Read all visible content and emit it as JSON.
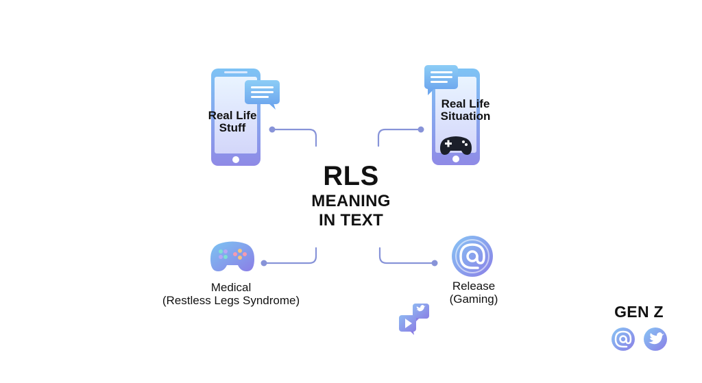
{
  "center": {
    "title": "RLS",
    "subtitle_line1": "MEANING",
    "subtitle_line2": "IN TEXT"
  },
  "nodes": {
    "top_left": {
      "line1": "Real Life",
      "line2": "Stuff",
      "icon": "smartphone-chat-icon"
    },
    "top_right": {
      "line1": "Real Life",
      "line2": "Situation",
      "icon": "smartphone-gamepad-icon"
    },
    "bottom_left": {
      "line1": "Medical",
      "line2": "(Restless Legs Syndrome)",
      "icon": "gamepad-icon"
    },
    "bottom_right": {
      "line1": "Release",
      "line2": "(Gaming)",
      "icon": "at-sign-icon"
    }
  },
  "badge": {
    "label": "GEN Z",
    "icons": [
      "at-sign-icon",
      "twitter-bird-icon"
    ]
  },
  "colors": {
    "accent_blue": "#7fb3f0",
    "accent_purple": "#8b84e8",
    "connector": "#8793d8"
  }
}
